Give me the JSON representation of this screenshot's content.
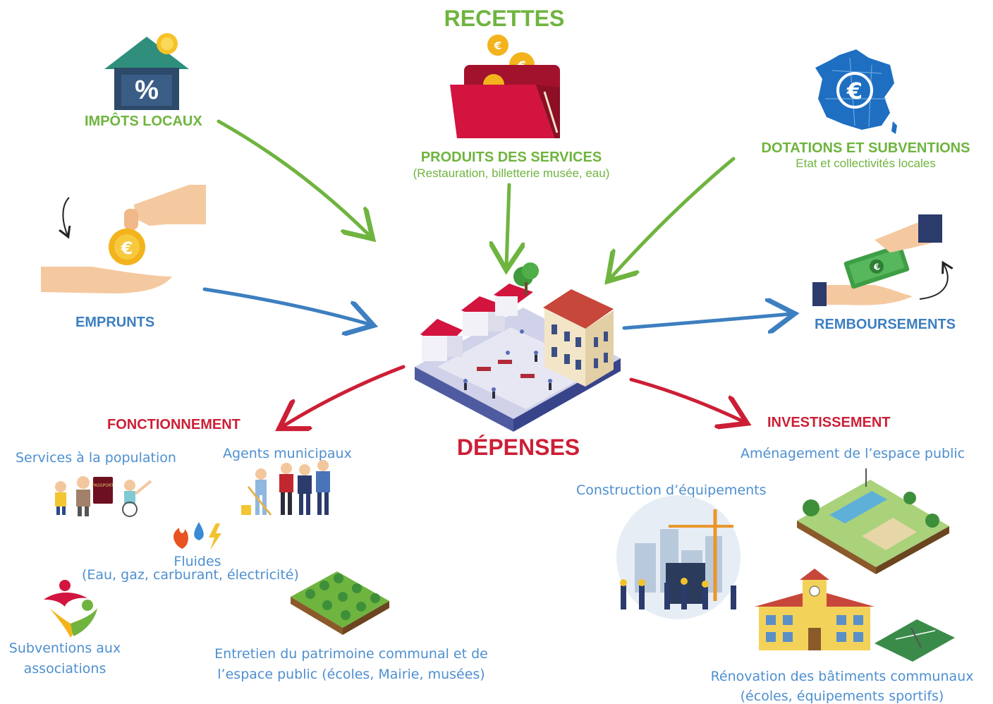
{
  "recettes": {
    "title": "RECETTES",
    "impots": "IMPÔTS LOCAUX",
    "produits": "PRODUITS DES SERVICES",
    "produits_detail": "(Restauration, billetterie musée, eau)",
    "dotations": "DOTATIONS ET SUBVENTIONS",
    "dotations_detail": "Etat et collectivités locales",
    "emprunts": "EMPRUNTS",
    "remboursements": "REMBOURSEMENTS"
  },
  "depenses": {
    "title": "DÉPENSES",
    "fonctionnement": {
      "title": "FONCTIONNEMENT",
      "services": "Services à la population",
      "agents": "Agents municipaux",
      "fluides_title": "Fluides",
      "fluides_detail": "(Eau, gaz, carburant, électricité)",
      "subventions_line1": "Subventions aux",
      "subventions_line2": "associations",
      "entretien_line1": "Entretien du patrimoine communal et de",
      "entretien_line2": "l’espace public (écoles, Mairie, musées)"
    },
    "investissement": {
      "title": "INVESTISSEMENT",
      "amenagement": "Aménagement de l’espace public",
      "construction": "Construction d’équipements",
      "renovation_line1": "Rénovation des bâtiments communaux",
      "renovation_line2": "(écoles, équipements sportifs)"
    }
  },
  "icons": {
    "impots": "house-percent-icon",
    "produits": "wallet-coins-icon",
    "dotations": "france-map-euro-icon",
    "emprunts": "hands-coin-icon",
    "remboursements": "hands-banknote-icon",
    "ville": "isometric-town-icon"
  },
  "colors": {
    "green": "#6fb43f",
    "blue": "#3d7fc0",
    "red": "#cc1f36",
    "subtext": "#4e8fcf"
  }
}
